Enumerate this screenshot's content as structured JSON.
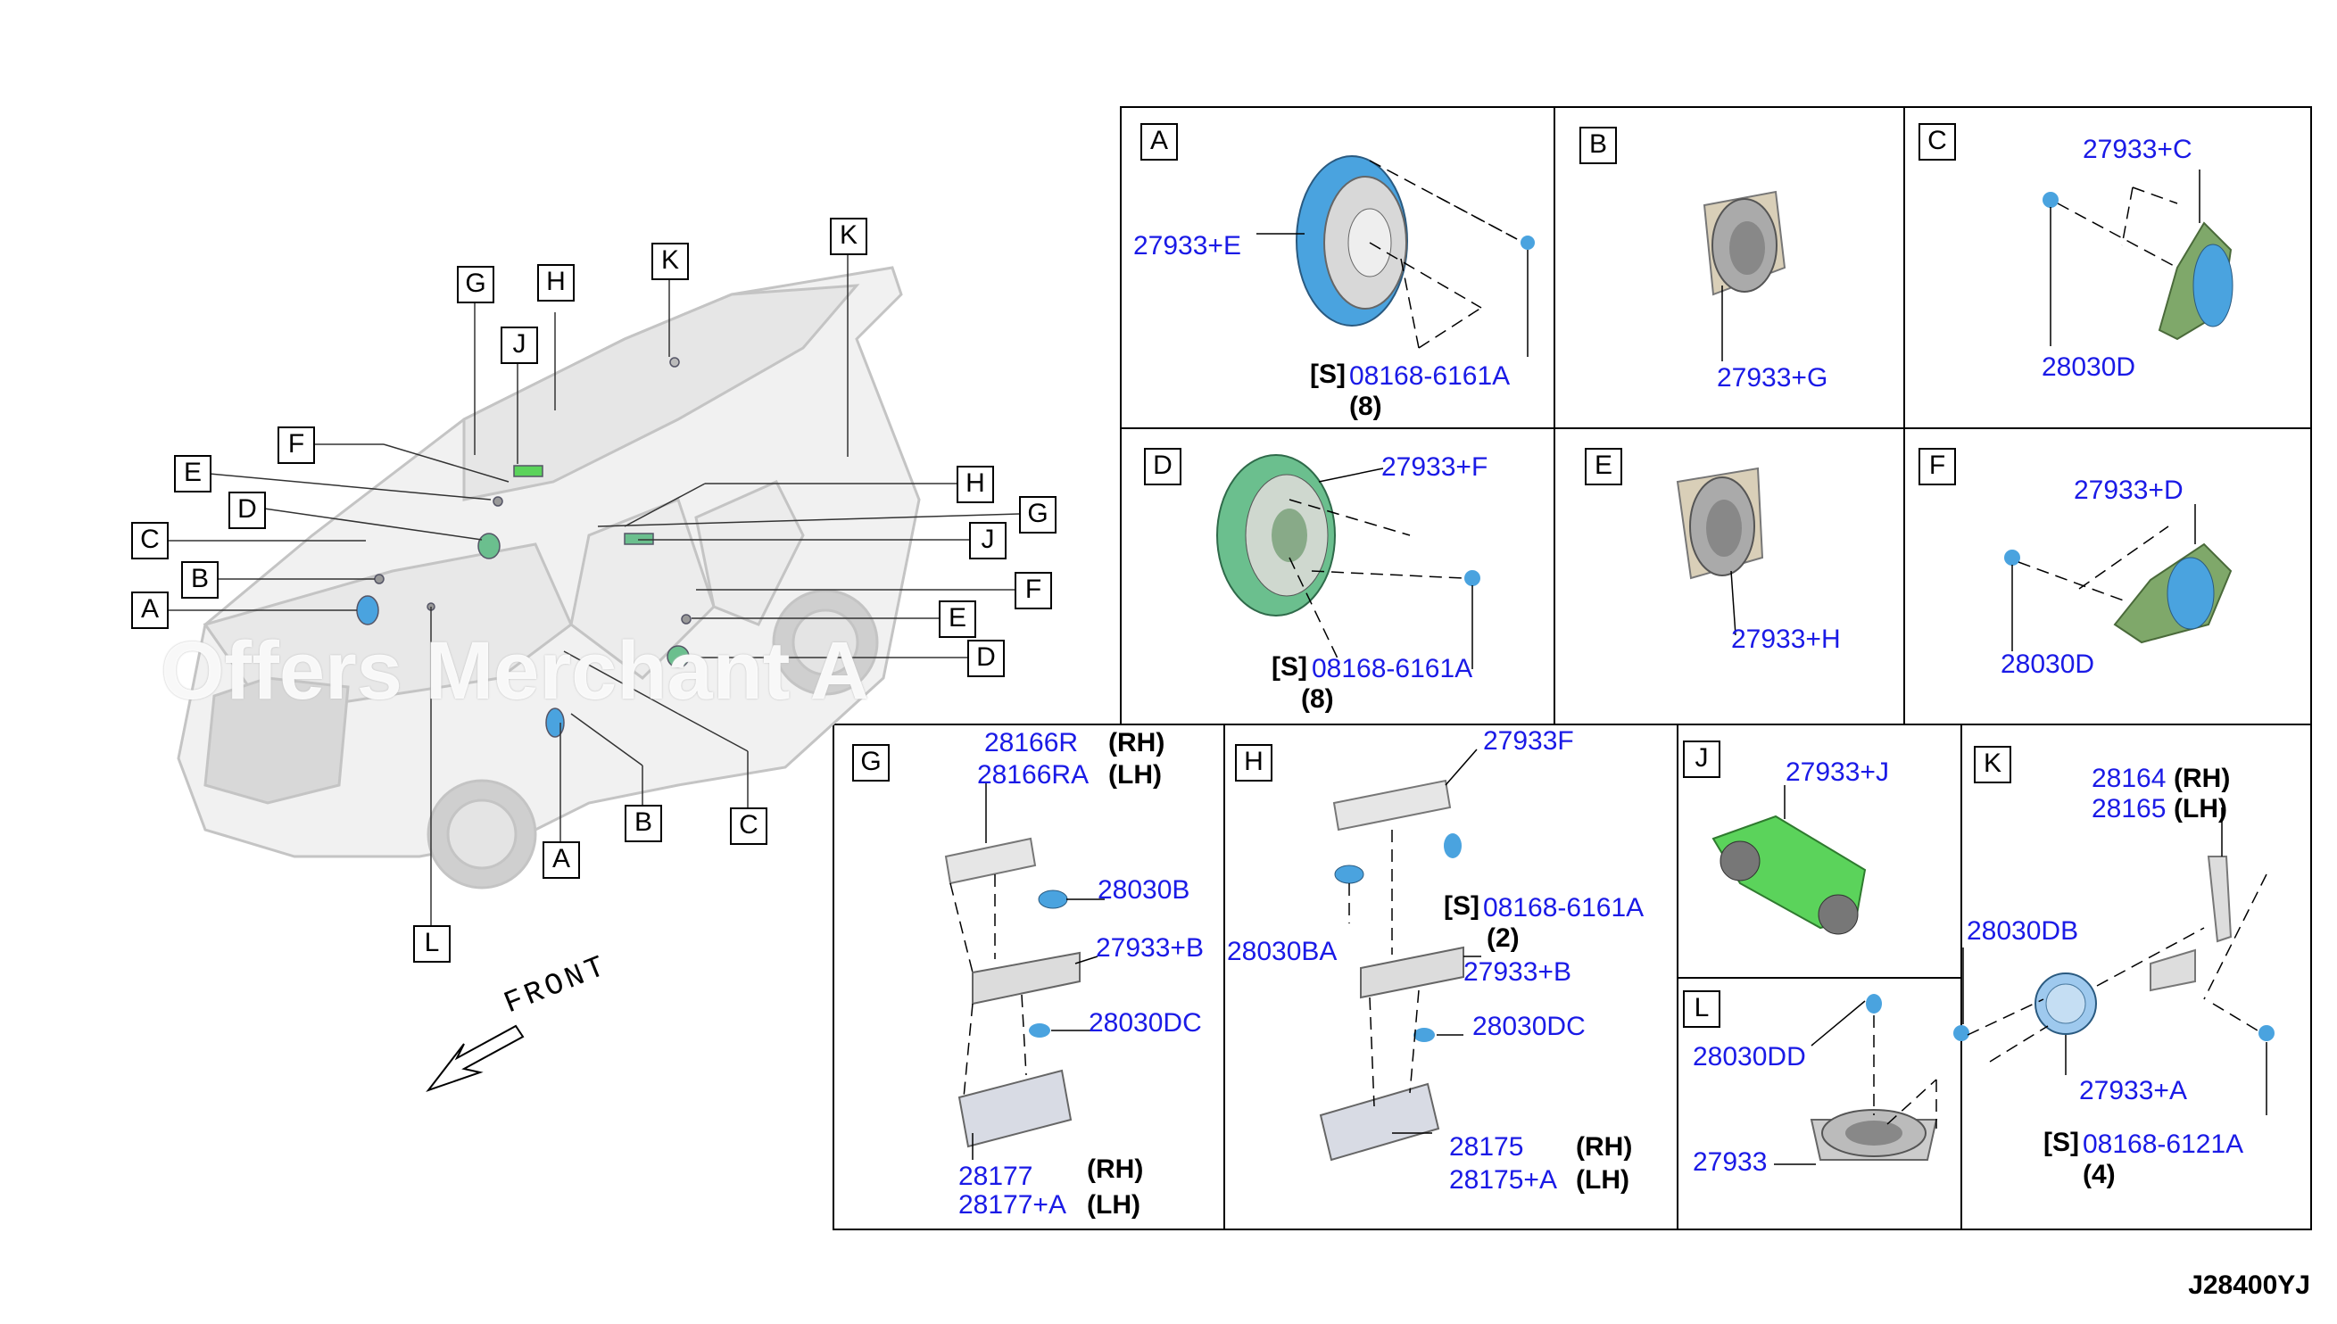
{
  "drawing_code": "J28400YJ",
  "front_label": "FRONT",
  "watermark": "Offers Merchant A",
  "callouts": [
    "A",
    "B",
    "C",
    "D",
    "E",
    "F",
    "G",
    "H",
    "J",
    "K",
    "L"
  ],
  "panels": {
    "A": {
      "label": "A",
      "parts": [
        "27933+E",
        "08168-6161A"
      ],
      "s_mark": "[S]",
      "qty": "(8)"
    },
    "B": {
      "label": "B",
      "parts": [
        "27933+G"
      ]
    },
    "C": {
      "label": "C",
      "parts": [
        "27933+C",
        "28030D"
      ]
    },
    "D": {
      "label": "D",
      "parts": [
        "27933+F",
        "08168-6161A"
      ],
      "s_mark": "[S]",
      "qty": "(8)"
    },
    "E": {
      "label": "E",
      "parts": [
        "27933+H"
      ]
    },
    "F": {
      "label": "F",
      "parts": [
        "27933+D",
        "28030D"
      ]
    },
    "G": {
      "label": "G",
      "parts": [
        "28166R",
        "28166RA",
        "28030B",
        "27933+B",
        "28030DC",
        "28177",
        "28177+A"
      ],
      "rh": "(RH)",
      "lh": "(LH)"
    },
    "H": {
      "label": "H",
      "parts": [
        "27933F",
        "28030BA",
        "08168-6161A",
        "27933+B",
        "28030DC",
        "28175",
        "28175+A"
      ],
      "s_mark": "[S]",
      "qty": "(2)",
      "rh": "(RH)",
      "lh": "(LH)"
    },
    "J": {
      "label": "J",
      "parts": [
        "27933+J"
      ]
    },
    "K": {
      "label": "K",
      "parts": [
        "28164",
        "28165",
        "28030DB",
        "27933+A",
        "08168-6121A"
      ],
      "s_mark": "[S]",
      "qty": "(4)",
      "rh": "(RH)",
      "lh": "(LH)"
    },
    "L": {
      "label": "L",
      "parts": [
        "28030DD",
        "27933"
      ]
    }
  },
  "colors": {
    "part_number": "#1a1ae6",
    "speaker_blue": "#4aa3df",
    "speaker_green": "#6bbf8e",
    "bracket_green": "#5bd35b"
  }
}
